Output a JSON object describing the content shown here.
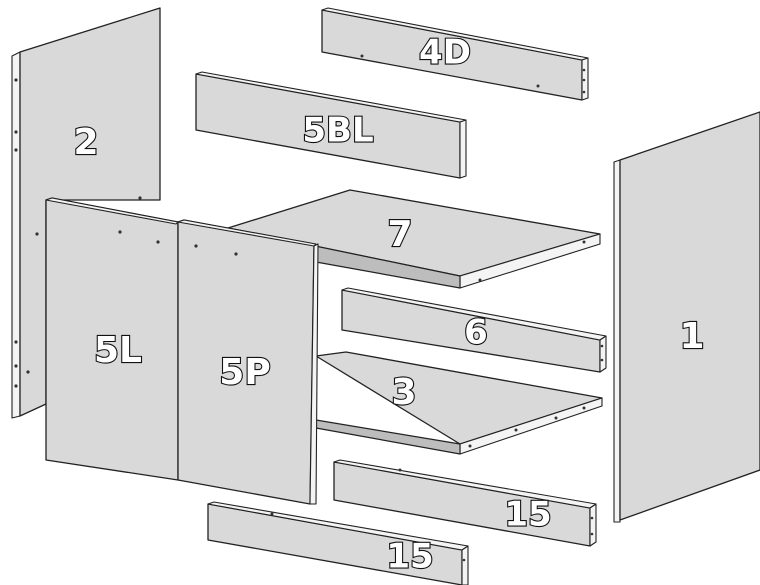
{
  "parts": [
    {
      "id": "part-4d",
      "label": "4D"
    },
    {
      "id": "part-5bl",
      "label": "5BL"
    },
    {
      "id": "part-2",
      "label": "2"
    },
    {
      "id": "part-7",
      "label": "7"
    },
    {
      "id": "part-1",
      "label": "1"
    },
    {
      "id": "part-6",
      "label": "6"
    },
    {
      "id": "part-5l",
      "label": "5L"
    },
    {
      "id": "part-5p",
      "label": "5P"
    },
    {
      "id": "part-3",
      "label": "3"
    },
    {
      "id": "part-15a",
      "label": "15"
    },
    {
      "id": "part-15b",
      "label": "15"
    }
  ]
}
